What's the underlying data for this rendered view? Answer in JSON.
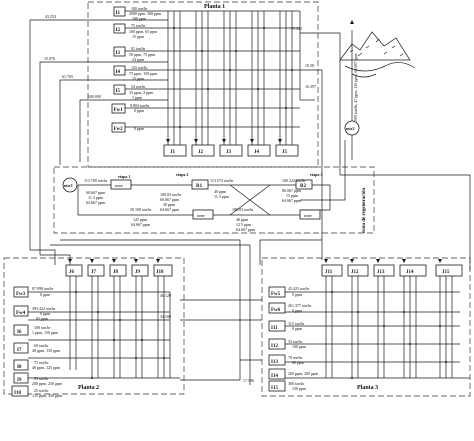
{
  "plant1": {
    "title": "Planta 1",
    "sources": [
      {
        "id": "I1",
        "flow": "100 ton/hr",
        "conc": "2000 ppm, 300 ppm",
        "conc2": "100 ppm"
      },
      {
        "id": "I2",
        "flow": "75 ton/hr",
        "conc": "100 ppm, 65 ppm",
        "conc2": "15 ppm"
      },
      {
        "id": "I3",
        "flow": "81 ton/hr",
        "conc": "50 ppm, 75 ppm",
        "conc2": "24 ppm"
      },
      {
        "id": "I4",
        "flow": "125 ton/hr",
        "conc": "75 ppm, 150 ppm",
        "conc2": "15 ppm"
      },
      {
        "id": "I5",
        "flow": "54 ton/hr",
        "conc": "35 ppm, 2 ppm",
        "conc2": "1 ppm"
      },
      {
        "id": "Fw1",
        "flow": "9.804 ton/hr",
        "conc": "0 ppm"
      },
      {
        "id": "Fw2",
        "flow": "",
        "conc": "0 ppm"
      }
    ],
    "sinks": [
      "J1",
      "J2",
      "J3",
      "J4",
      "J5"
    ],
    "flows": [
      "43.253",
      "15.076",
      "61.765",
      "100.000",
      "21.322",
      "10.58",
      "16.397"
    ]
  },
  "plant2": {
    "title": "Planta 2",
    "sinks": [
      "J6",
      "J7",
      "J8",
      "J9",
      "J10"
    ],
    "sources": [
      {
        "id": "Fw3",
        "flow": "87.998 ton/hr",
        "conc": "0 ppm"
      },
      {
        "id": "Fw4",
        "flow": "393.422 ton/hr",
        "conc": "0 ppm",
        "conc2": "65 ppm"
      },
      {
        "id": "I6",
        "flow": "100 ton/hr",
        "conc": "1 ppm, 150 ppm"
      },
      {
        "id": "I7",
        "flow": "60 ton/hr",
        "conc": "40 ppm, 150 ppm"
      },
      {
        "id": "I8",
        "flow": "75 ton/hr",
        "conc": "40 ppm, 125 ppm"
      },
      {
        "id": "I9",
        "flow": "53 ton/hr",
        "conc": "200 ppm, 250 ppm"
      },
      {
        "id": "I10",
        "flow": "25 ton/hr",
        "conc": "125 ppm, 350 ppm"
      }
    ],
    "flows": [
      "46.129",
      "34.100",
      "17.596"
    ]
  },
  "plant3": {
    "title": "Planta 3",
    "sinks": [
      "J11",
      "J12",
      "J13",
      "J14",
      "J15"
    ],
    "sources": [
      {
        "id": "Fw5",
        "flow": "45.423 ton/hr",
        "conc": "0 ppm"
      },
      {
        "id": "Fw6",
        "flow": "261.377 ton/hr",
        "conc": "0 ppm"
      },
      {
        "id": "I11",
        "flow": "115 ton/hr",
        "conc": "0 ppm"
      },
      {
        "id": "I12",
        "flow": "33 ton/hr",
        "conc": "100 ppm"
      },
      {
        "id": "I13",
        "flow": "70 ton/hr",
        "conc": "60 ppm"
      },
      {
        "id": "I14",
        "flow": "",
        "conc": "200 ppm, 200 ppm"
      },
      {
        "id": "I15",
        "flow": "300 ton/hr",
        "conc": "150 ppm"
      }
    ]
  },
  "regen": {
    "zone": "zona de regeneración",
    "stages": [
      "etapa 1",
      "etapa 2",
      "etapa 3"
    ],
    "mixers": [
      "mix2",
      "mix3"
    ],
    "units": [
      "none",
      "R1",
      "none",
      "R2",
      "none"
    ],
    "values": [
      {
        "flow": "113.700 ton/hr",
        "c": [
          "60.667 ppm",
          "11.3 ppm",
          "64.667 ppm"
        ]
      },
      {
        "flow": "180.83 ton/hr",
        "c": [
          "60.667 ppm",
          "30 ppm",
          "64.667 ppm"
        ]
      },
      {
        "flow": "113.574 ton/hr",
        "c": [
          "40 ppm",
          "11.3 ppm",
          "64.667 ppm"
        ]
      },
      {
        "flow": "29.100 ton/hr",
        "c": [
          "125 ppm",
          "64.667 ppm"
        ]
      },
      {
        "flow": "180.83 ton/hr",
        "c": [
          "40 ppm",
          "12.5 ppm",
          "64.667 ppm"
        ]
      },
      {
        "flow": "100.322 ton/hr",
        "c": [
          "86.067 ppm",
          "15 ppm",
          "64.667 ppm"
        ]
      }
    ],
    "out": "300.000 ton/hr, 47 ppm, 110 ppm, 64.667 ppm"
  }
}
